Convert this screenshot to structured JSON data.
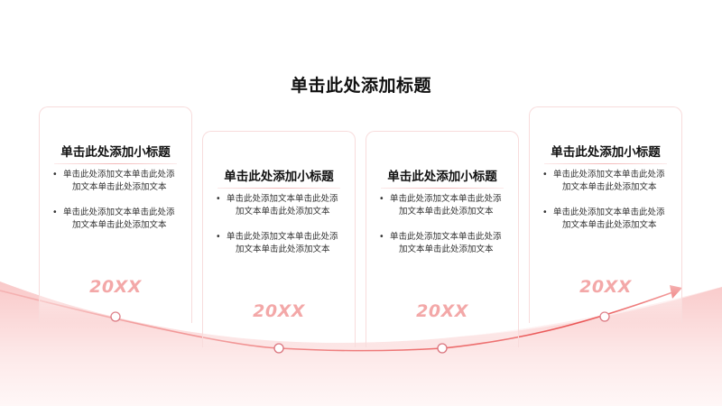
{
  "slide": {
    "title": "单击此处添加标题",
    "accent_color": "#e84c4c",
    "light_accent_color": "#f7c5c5"
  },
  "cards": [
    {
      "subtitle": "单击此处添加小标题",
      "bullets": [
        {
          "line1": "单击此处添加文本单击此处添",
          "line2": "加文本单击此处添加文本"
        },
        {
          "line1": "单击此处添加文本单击此处添",
          "line2": "加文本单击此处添加文本"
        }
      ],
      "year": "20XX"
    },
    {
      "subtitle": "单击此处添加小标题",
      "bullets": [
        {
          "line1": "单击此处添加文本单击此处添",
          "line2": "加文本单击此处添加文本"
        },
        {
          "line1": "单击此处添加文本单击此处添",
          "line2": "加文本单击此处添加文本"
        }
      ],
      "year": "20XX"
    },
    {
      "subtitle": "单击此处添加小标题",
      "bullets": [
        {
          "line1": "单击此处添加文本单击此处添",
          "line2": "加文本单击此处添加文本"
        },
        {
          "line1": "单击此处添加文本单击此处添",
          "line2": "加文本单击此处添加文本"
        }
      ],
      "year": "20XX"
    },
    {
      "subtitle": "单击此处添加小标题",
      "bullets": [
        {
          "line1": "单击此处添加文本单击此处添",
          "line2": "加文本单击此处添加文本"
        },
        {
          "line1": "单击此处添加文本单击此处添",
          "line2": "加文本单击此处添加文本"
        }
      ],
      "year": "20XX"
    }
  ],
  "timeline": {
    "markers": 4,
    "icons": [
      "circle-marker",
      "circle-marker",
      "circle-marker",
      "circle-marker",
      "arrow-head"
    ]
  }
}
